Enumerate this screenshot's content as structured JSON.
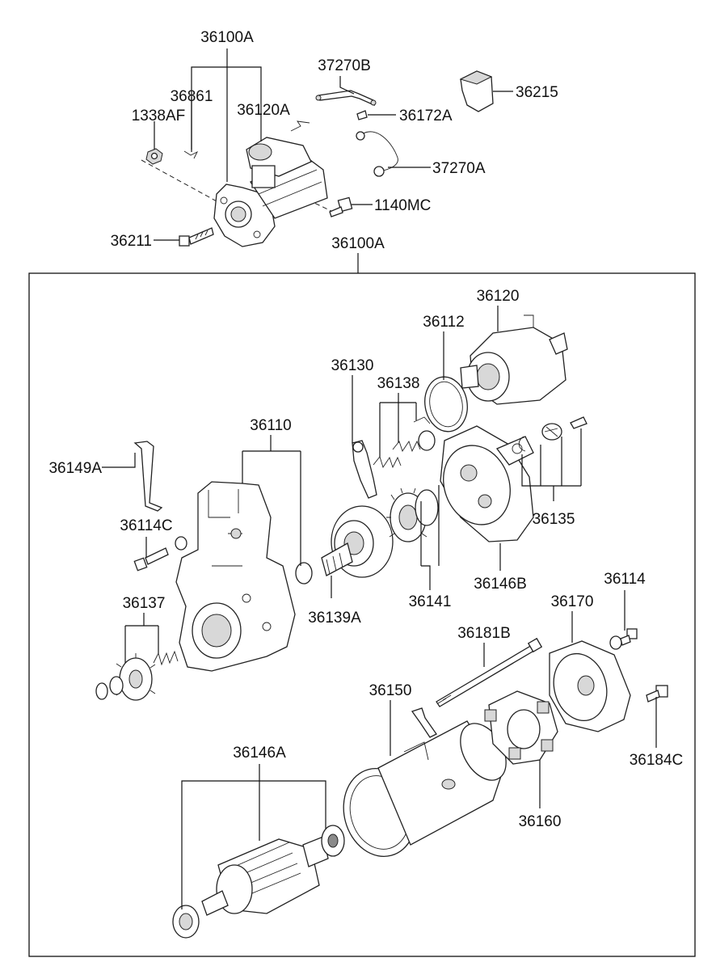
{
  "labels": {
    "top_assembly": "36100A",
    "p36861": "36861",
    "p36120A": "36120A",
    "p1338AF": "1338AF",
    "p37270B": "37270B",
    "p36172A": "36172A",
    "p36215": "36215",
    "p37270A": "37270A",
    "p1140MC": "1140MC",
    "p36211": "36211",
    "box_assembly": "36100A",
    "p36120": "36120",
    "p36112": "36112",
    "p36130": "36130",
    "p36138": "36138",
    "p36110": "36110",
    "p36149A": "36149A",
    "p36114C": "36114C",
    "p36135": "36135",
    "p36137": "36137",
    "p36139A": "36139A",
    "p36141": "36141",
    "p36146B": "36146B",
    "p36114": "36114",
    "p36170": "36170",
    "p36181B": "36181B",
    "p36150": "36150",
    "p36184C": "36184C",
    "p36146A": "36146A",
    "p36160": "36160"
  }
}
